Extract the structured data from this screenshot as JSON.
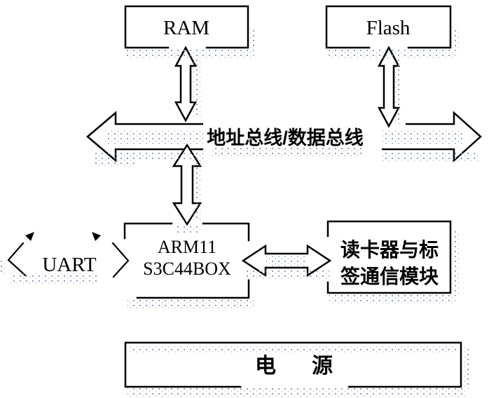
{
  "diagram": {
    "blocks": {
      "ram": {
        "label": "RAM"
      },
      "flash": {
        "label": "Flash"
      },
      "bus": {
        "label": "地址总线/数据总线"
      },
      "uart": {
        "label": "UART"
      },
      "cpu": {
        "line1": "ARM11",
        "line2": "S3C44BOX"
      },
      "reader": {
        "line1": "读卡器与标",
        "line2": "签通信模块"
      },
      "power": {
        "label_left": "电",
        "label_right": "源"
      }
    },
    "colors": {
      "line": "#000000",
      "box_fill": "#ffffff",
      "shadow_dots": "#8498bd",
      "shadow_dots_light": "#a9b4cb",
      "background": "#ffffff"
    }
  }
}
